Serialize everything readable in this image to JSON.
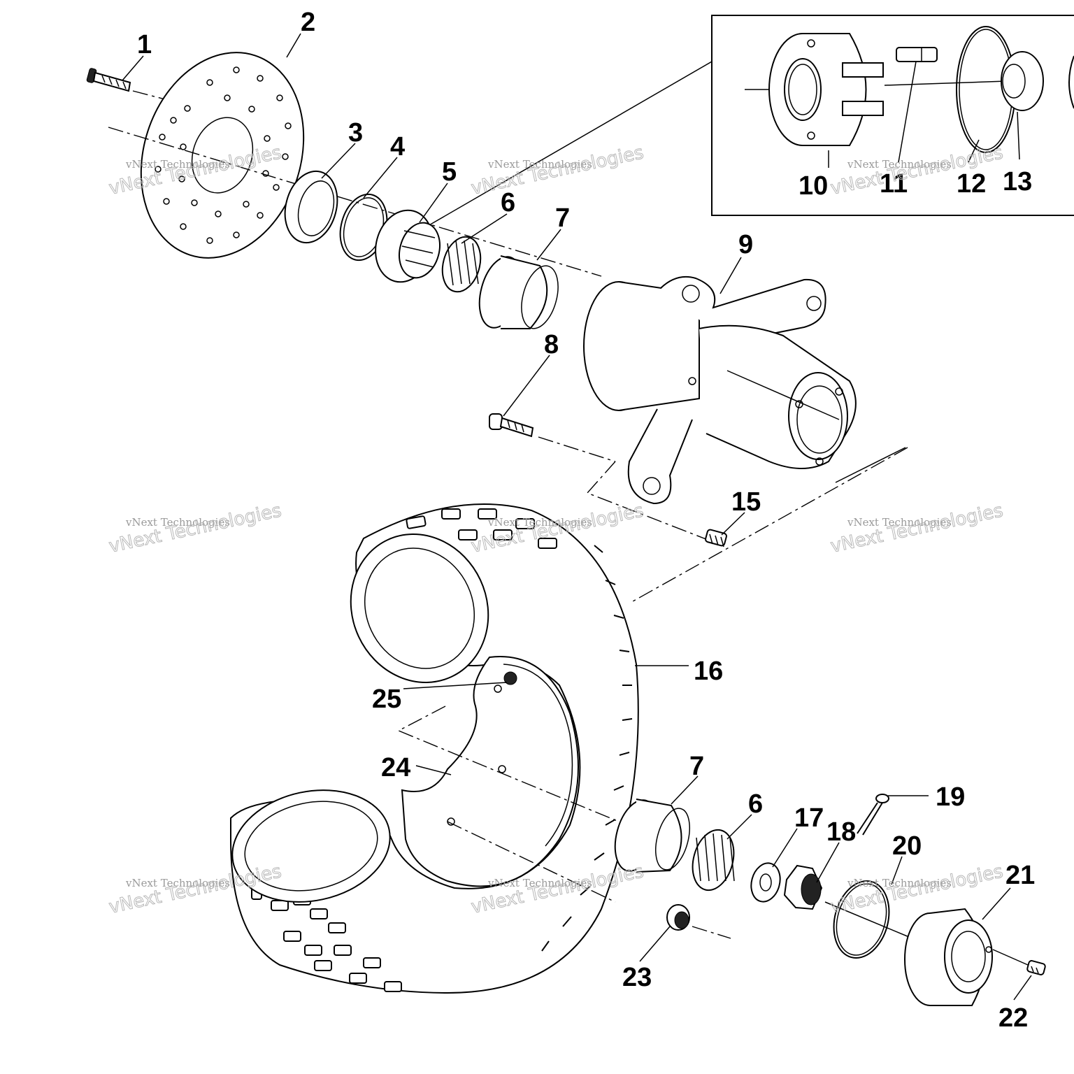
{
  "diagram": {
    "callouts": [
      "1",
      "2",
      "3",
      "4",
      "5",
      "6",
      "7",
      "8",
      "9",
      "10",
      "11",
      "12",
      "13",
      "15",
      "16",
      "25",
      "24",
      "7",
      "6",
      "17",
      "18",
      "19",
      "20",
      "21",
      "22",
      "23"
    ],
    "watermark_line1": "vNext Technologies",
    "watermark_line2": "vNext Technologies"
  }
}
